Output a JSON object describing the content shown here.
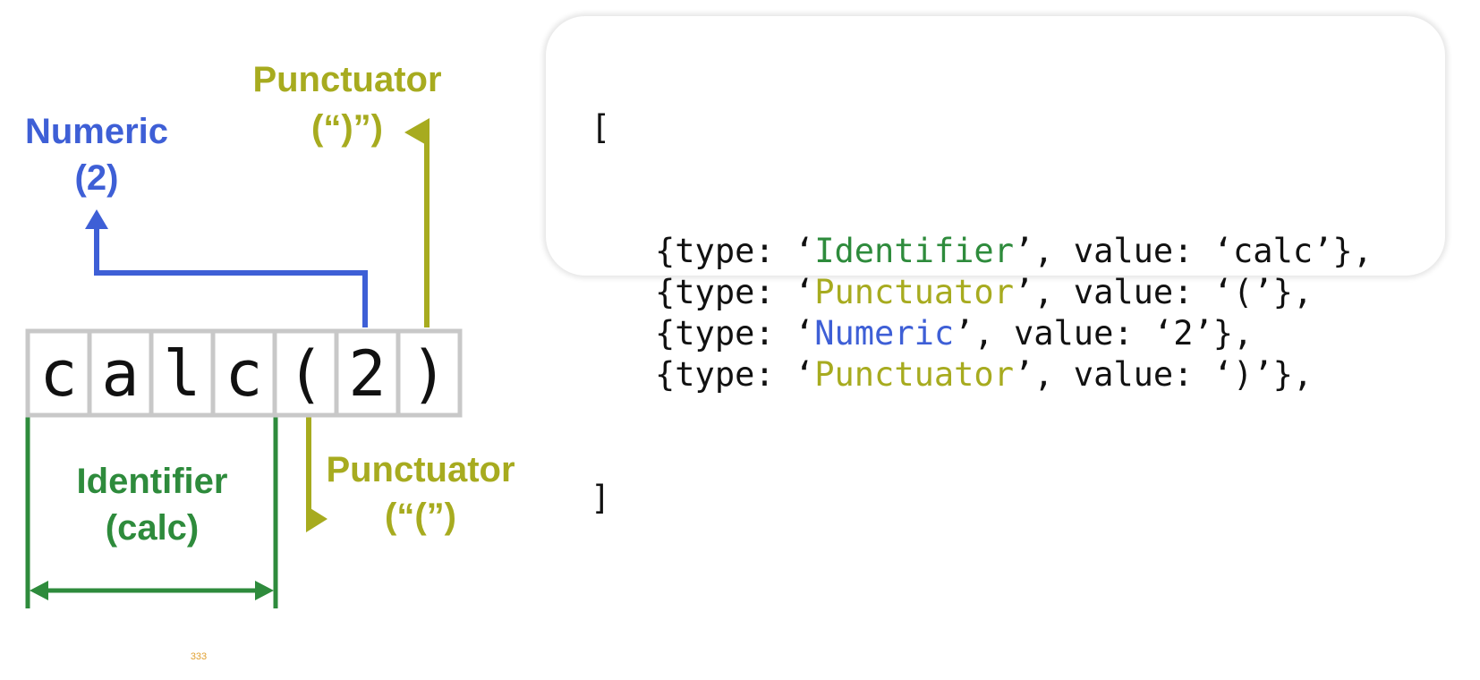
{
  "colors": {
    "identifier": "#2e8b3c",
    "punctuator": "#a7ab1f",
    "numeric": "#3e5fd6",
    "box_border": "#c8c8c8",
    "footer": "#e0a030"
  },
  "source_chars": [
    "c",
    "a",
    "l",
    "c",
    "(",
    "2",
    ")"
  ],
  "labels": {
    "numeric": {
      "line1": "Numeric",
      "line2": "(2)"
    },
    "punctuator_close": {
      "line1": "Punctuator",
      "line2": "(“)”)"
    },
    "punctuator_open": {
      "line1": "Punctuator",
      "line2": "(“(”)"
    },
    "identifier": {
      "line1": "Identifier",
      "line2": "(calc)"
    }
  },
  "code": {
    "open": "[",
    "close": "]",
    "tokens": [
      {
        "prefix": "{type: ‘",
        "type": "Identifier",
        "middle": "’, value: ‘",
        "value": "calc",
        "suffix": "’},"
      },
      {
        "prefix": "{type: ‘",
        "type": "Punctuator",
        "middle": "’, value: ‘",
        "value": "(",
        "suffix": "’},"
      },
      {
        "prefix": "{type: ‘",
        "type": "Numeric",
        "middle": "’, value: ‘",
        "value": "2",
        "suffix": "’},"
      },
      {
        "prefix": "{type: ‘",
        "type": "Punctuator",
        "middle": "’, value: ‘",
        "value": ")",
        "suffix": "’},"
      }
    ]
  },
  "footer": "333"
}
